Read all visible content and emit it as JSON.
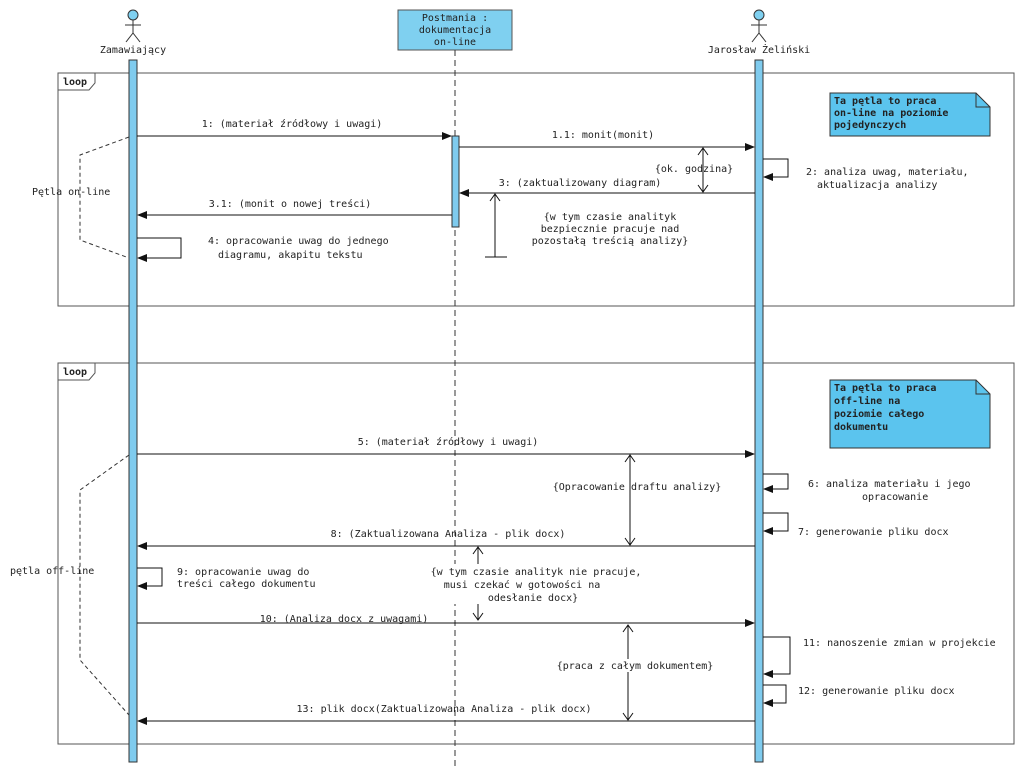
{
  "lifelines": {
    "client": "Zamawiający",
    "docs": [
      "Postmania :",
      "dokumentacja",
      "on-line"
    ],
    "analyst": "Jarosław Żeliński"
  },
  "frames": {
    "loop1": "loop",
    "loop2": "loop"
  },
  "notes": {
    "online": [
      "Ta pętla to praca",
      "on-line na poziomie",
      "pojedynczych"
    ],
    "offline": [
      "Ta pętla to praca",
      "off-line na",
      "poziomie całego",
      "dokumentu"
    ]
  },
  "loop_labels": {
    "online": "Pętla on-line",
    "offline": "pętla off-line"
  },
  "messages": {
    "m1": "1: (materiał źródłowy i uwagi)",
    "m1_1": "1.1: monit(monit)",
    "m2": [
      "2: analiza uwag, materiału,",
      "aktualizacja analizy"
    ],
    "m3": "3: (zaktualizowany diagram)",
    "m3_1": "3.1: (monit o nowej treści)",
    "m4": [
      "4: opracowanie uwag do jednego",
      "diagramu, akapitu tekstu"
    ],
    "m5": "5: (materiał źródłowy i uwagi)",
    "m6": [
      "6: analiza materiału i jego",
      "opracowanie"
    ],
    "m7": "7: generowanie pliku docx",
    "m8": "8: (Zaktualizowana Analiza - plik docx)",
    "m9": [
      "9: opracowanie uwag do",
      "treści całego dokumentu"
    ],
    "m10": "10: (Analiza docx z uwagami)",
    "m11": "11: nanoszenie zmian w projekcie",
    "m12": "12: generowanie pliku docx",
    "m13": "13: plik docx(Zaktualizowana Analiza - plik docx)"
  },
  "constraints": {
    "hour": "{ok. godzina}",
    "analyst_safe": [
      "{w tym czasie analityk",
      "bezpiecznie pracuje nad",
      "pozostałą treścią analizy}"
    ],
    "draft": "{Opracowanie draftu analizy}",
    "analyst_wait": [
      "{w tym czasie analityk nie pracuje,",
      "musi czekać w gotowości na",
      "odesłanie docx}"
    ],
    "whole_doc": "{praca z całym dokumentem}"
  },
  "colors": {
    "lifeline_bar": "#7fcbee",
    "note_fill": "#5bc4ee",
    "header_fill": "#7fd0f0",
    "stroke": "#111111"
  }
}
